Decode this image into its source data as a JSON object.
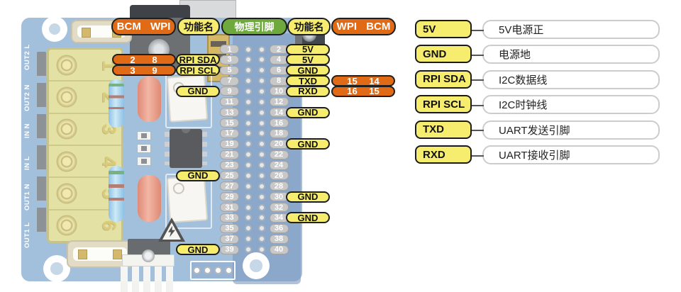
{
  "headers": [
    {
      "label": "BCM WPI",
      "style": "orange"
    },
    {
      "label": "功能名",
      "style": "yellow"
    },
    {
      "label": "物理引脚",
      "style": "green"
    },
    {
      "label": "功能名",
      "style": "yellow"
    },
    {
      "label": "WPI BCM",
      "style": "orange"
    }
  ],
  "pin_rows": [
    {
      "left_pin": "1",
      "right_pin": "2",
      "right_func": "5V"
    },
    {
      "left_pin": "3",
      "right_pin": "4",
      "left_bcm": "2",
      "left_wpi": "8",
      "left_func": "RPI SDA",
      "right_func": "5V"
    },
    {
      "left_pin": "5",
      "right_pin": "6",
      "left_bcm": "3",
      "left_wpi": "9",
      "left_func": "RPI SCL",
      "right_func": "GND"
    },
    {
      "left_pin": "7",
      "right_pin": "8",
      "right_func": "TXD",
      "right_wpi": "15",
      "right_bcm": "14"
    },
    {
      "left_pin": "9",
      "right_pin": "10",
      "left_func": "GND",
      "right_func": "RXD",
      "right_wpi": "16",
      "right_bcm": "15"
    },
    {
      "left_pin": "11",
      "right_pin": "12"
    },
    {
      "left_pin": "13",
      "right_pin": "14",
      "right_func": "GND"
    },
    {
      "left_pin": "15",
      "right_pin": "16"
    },
    {
      "left_pin": "17",
      "right_pin": "18"
    },
    {
      "left_pin": "19",
      "right_pin": "20",
      "right_func": "GND"
    },
    {
      "left_pin": "21",
      "right_pin": "22"
    },
    {
      "left_pin": "23",
      "right_pin": "24"
    },
    {
      "left_pin": "25",
      "right_pin": "26",
      "left_func": "GND"
    },
    {
      "left_pin": "27",
      "right_pin": "28"
    },
    {
      "left_pin": "29",
      "right_pin": "30",
      "right_func": "GND"
    },
    {
      "left_pin": "31",
      "right_pin": "32"
    },
    {
      "left_pin": "33",
      "right_pin": "34",
      "right_func": "GND"
    },
    {
      "left_pin": "35",
      "right_pin": "36"
    },
    {
      "left_pin": "37",
      "right_pin": "38"
    },
    {
      "left_pin": "39",
      "right_pin": "40",
      "left_func": "GND"
    }
  ],
  "legend": [
    {
      "name": "5V",
      "desc": "5V电源正"
    },
    {
      "name": "GND",
      "desc": "电源地"
    },
    {
      "name": "RPI SDA",
      "desc": "I2C数据线"
    },
    {
      "name": "RPI SCL",
      "desc": "I2C时钟线"
    },
    {
      "name": "TXD",
      "desc": "UART发送引脚"
    },
    {
      "name": "RXD",
      "desdesc": "",
      "desc": "UART接收引脚"
    }
  ],
  "board": {
    "edge_labels": [
      "OUT2 L",
      "OUT2 N",
      "IN N",
      "IN L",
      "OUT1 N",
      "OUT1 L"
    ],
    "terminal_numbers": [
      "1",
      "2",
      "3",
      "4",
      "5",
      "6"
    ]
  },
  "colors": {
    "orange": "#e06a15",
    "yellow": "#f6ec6e",
    "green": "#6fa83c",
    "pin_gray": "#c8c8c8",
    "pcb_blue": "#85abd2"
  }
}
